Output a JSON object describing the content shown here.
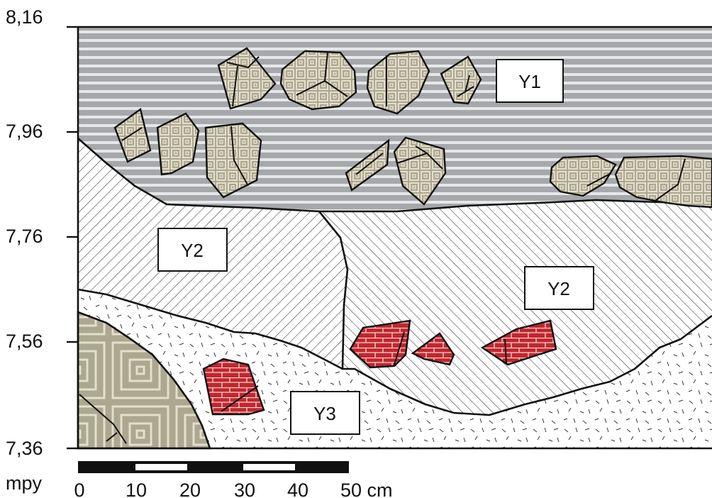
{
  "elevation_axis": {
    "unit_label": "mpy",
    "ticks": [
      "8,16",
      "7,96",
      "7,76",
      "7,56",
      "7,36"
    ]
  },
  "scale_bar": {
    "labels": [
      "0",
      "10",
      "20",
      "30",
      "40",
      "50 cm"
    ]
  },
  "layers": {
    "y1": "Y1",
    "y2_left": "Y2",
    "y2_right": "Y2",
    "y3": "Y3"
  },
  "colors": {
    "layer_y1_fill": "#a7a8ab",
    "layer_y1_stripe": "#e6e7e8",
    "stone_fill": "#aea78f",
    "stone_light": "#e3dfce",
    "brick_fill": "#c1272d",
    "outline": "#111111"
  }
}
